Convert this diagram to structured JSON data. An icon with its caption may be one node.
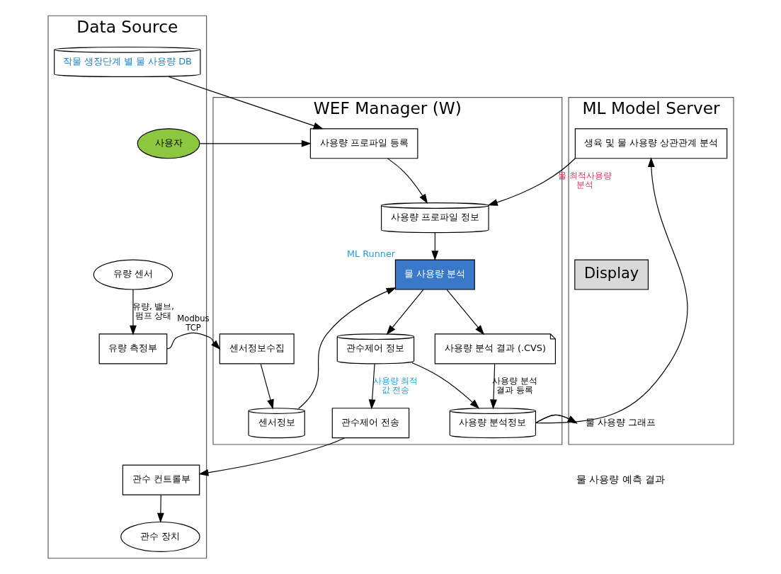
{
  "diagram": {
    "nodes": [
      {
        "text": [
          "Data Source"
        ]
      },
      {
        "text": [
          "WEF Manager (W)"
        ]
      },
      {
        "text": [
          "ML Model Server"
        ]
      },
      {
        "text": [
          "사용자"
        ],
        "in": 0
      },
      {
        "text": [
          "작물 생장단계 별 물 사용량 DB"
        ],
        "in": 0
      },
      {
        "text": [
          "유량 센서"
        ],
        "in": 0
      },
      {
        "text": [
          "유량 측정부"
        ],
        "in": 0
      },
      {
        "text": [
          "관수 장치"
        ],
        "in": 0
      },
      {
        "text": [
          "관수 컨트롤부"
        ],
        "in": 0
      },
      {
        "text": [
          "사용량 프로파일 등록"
        ],
        "in": 1
      },
      {
        "text": [
          "사용량 프로파일 정보"
        ],
        "in": 1
      },
      {
        "text": [
          "물 사용량 분석"
        ],
        "in": 1,
        "beside": [
          "ML Runner"
        ]
      },
      {
        "text": [
          "센서정보수집"
        ],
        "in": 1
      },
      {
        "text": [
          "센서정보"
        ],
        "in": 1
      },
      {
        "text": [
          "사용량 분석 결과 (.CVS)"
        ],
        "in": 1
      },
      {
        "text": [
          "관수제어 전송"
        ],
        "in": 1
      },
      {
        "text": [
          "관수제어 정보"
        ],
        "in": 1
      },
      {
        "text": [
          "사용량 분석정보"
        ],
        "in": 1
      },
      {
        "text": [
          "생육 및 물 사용량 상관관계 분석"
        ],
        "in": 2
      },
      {
        "text": [
          "Display"
        ],
        "in": 2
      },
      {
        "text": [
          "물 사용량 그래프"
        ],
        "in": 2
      }
    ],
    "edges": [
      {
        "from": 3,
        "to": 9,
        "arrow": "to"
      },
      {
        "from": 4,
        "to": 9,
        "arrow": "to"
      },
      {
        "from": 9,
        "to": 10,
        "arrow": "to"
      },
      {
        "from": 18,
        "to": 10,
        "arrow": "to",
        "label": "물 최적사용량 분석"
      },
      {
        "from": 10,
        "to": 11,
        "arrow": "to"
      },
      {
        "from": 5,
        "to": 6,
        "arrow": "to",
        "label": "유량, 밸브, 펌프 상태"
      },
      {
        "from": 6,
        "to": 12,
        "arrow": "to",
        "label": "Modbus TCP"
      },
      {
        "from": 12,
        "to": 13,
        "arrow": "to"
      },
      {
        "from": 13,
        "to": 11,
        "arrow": "to"
      },
      {
        "from": 11,
        "to": 14,
        "arrow": "to"
      },
      {
        "from": 11,
        "to": 16,
        "arrow": "to"
      },
      {
        "from": 16,
        "to": 15,
        "arrow": "to",
        "label": "사용량 최적 값 전송"
      },
      {
        "from": 15,
        "to": 8,
        "arrow": "to"
      },
      {
        "from": 8,
        "to": 7,
        "arrow": "to"
      },
      {
        "from": 16,
        "to": 17,
        "arrow": "to"
      },
      {
        "from": 14,
        "to": 17,
        "arrow": "to",
        "label": "사용량 분석 결과 등록"
      },
      {
        "from": 17,
        "to": 18,
        "arrow": "to"
      },
      {
        "from": 17,
        "to": 20,
        "arrow": "to"
      }
    ],
    "labels": [
      "물 사용량 예측 결과"
    ]
  }
}
